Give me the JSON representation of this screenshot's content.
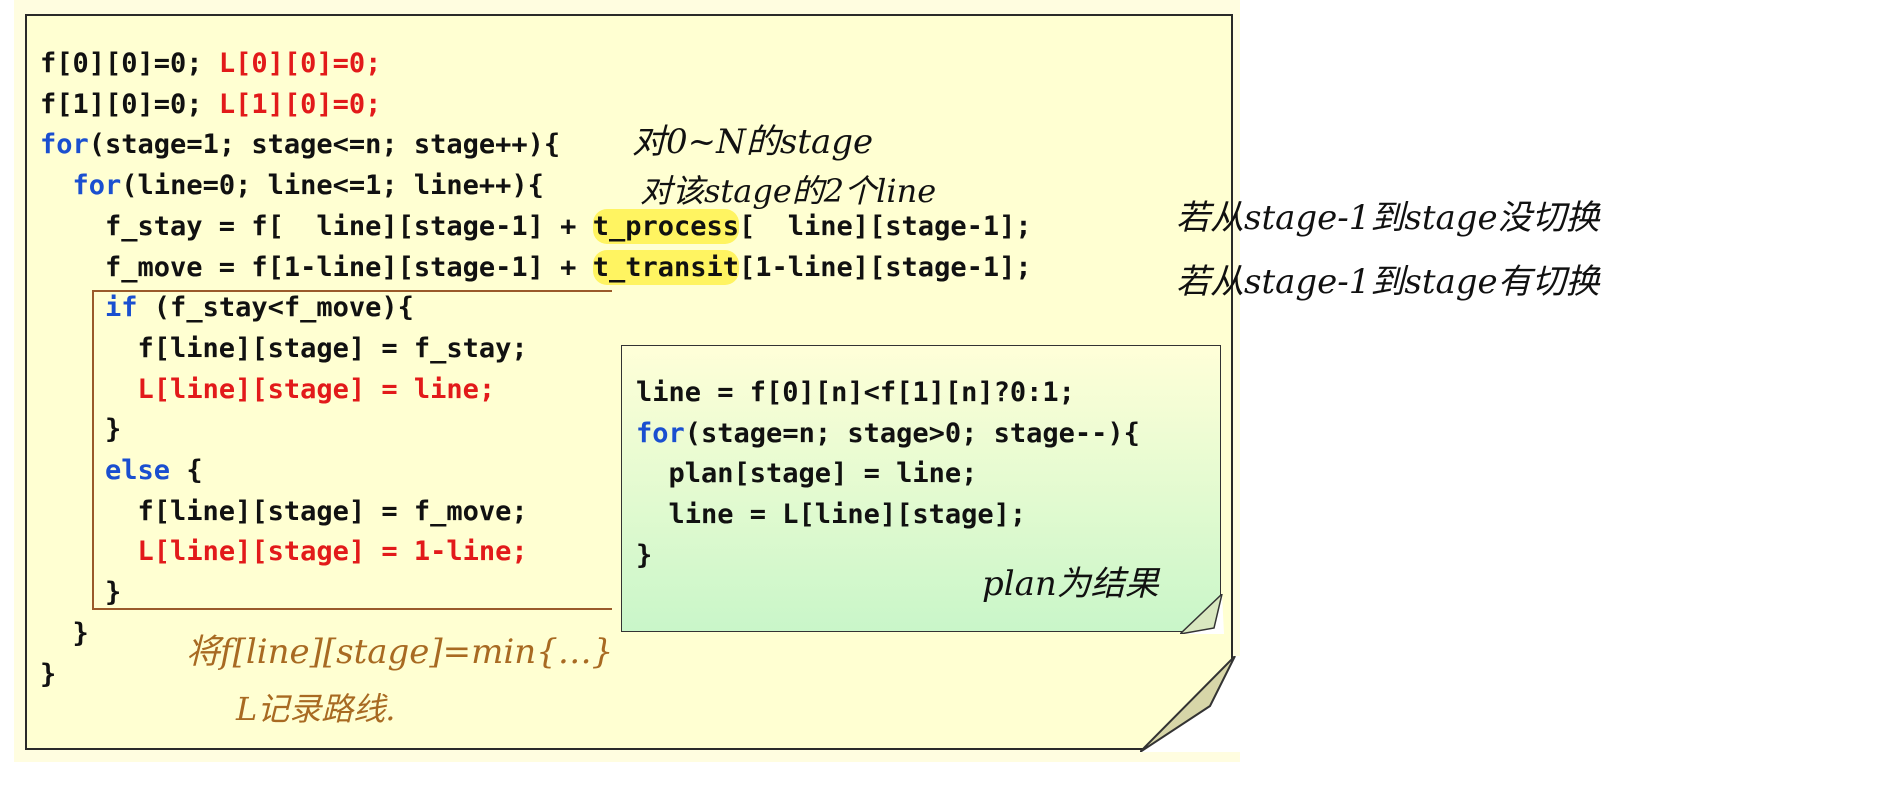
{
  "main_code": {
    "l1": {
      "a": "f[0][0]=0; ",
      "b": "L[0][0]=0;"
    },
    "l2": {
      "a": "f[1][0]=0; ",
      "b": "L[1][0]=0;"
    },
    "l3": {
      "kw": "for",
      "rest": "(stage=1; stage<=n; stage++){"
    },
    "l4": {
      "indent": "  ",
      "kw": "for",
      "rest": "(line=0; line<=1; line++){"
    },
    "l5": {
      "a": "    f_stay = f[  line][stage-1] + ",
      "hl": "t_process",
      "b": "[  line][stage-1];"
    },
    "l6": {
      "a": "    f_move = f[1-line][stage-1] + ",
      "hl": "t_transit",
      "b": "[1-line][stage-1];"
    },
    "l7": {
      "indent": "    ",
      "kw": "if",
      "rest": " (f_stay<f_move){"
    },
    "l8": "      f[line][stage] = f_stay;",
    "l9": {
      "indent": "      ",
      "red": "L[line][stage] = line;"
    },
    "l10": "    }",
    "l11": {
      "indent": "    ",
      "kw": "else",
      "rest": " {"
    },
    "l12": "      f[line][stage] = f_move;",
    "l13": {
      "indent": "      ",
      "red": "L[line][stage] = 1-line;"
    },
    "l14": "    }",
    "l15": "  }",
    "l16": "}"
  },
  "inner_code": {
    "l1": "line = f[0][n]<f[1][n]?0:1;",
    "l2": {
      "kw": "for",
      "rest": "(stage=n; stage>0; stage--){"
    },
    "l3": "  plan[stage] = line;",
    "l4": "  line = L[line][stage];",
    "l5": "}"
  },
  "annotations": {
    "for_stage": "对0~N的stage",
    "for_line": "对该stage的2个line",
    "no_switch": "若从stage-1到stage没切换",
    "switch": "若从stage-1到stage有切换",
    "min_note": "将f[line][stage]=min{…}",
    "record_note": "L记录路线.",
    "plan_note": "plan为结果"
  },
  "colors": {
    "keyword": "#1a4fd0",
    "red_code": "#e21a1a",
    "highlight": "#fff461",
    "handwriting_brown": "#a86a22",
    "note_bg": "#ffffd2"
  }
}
